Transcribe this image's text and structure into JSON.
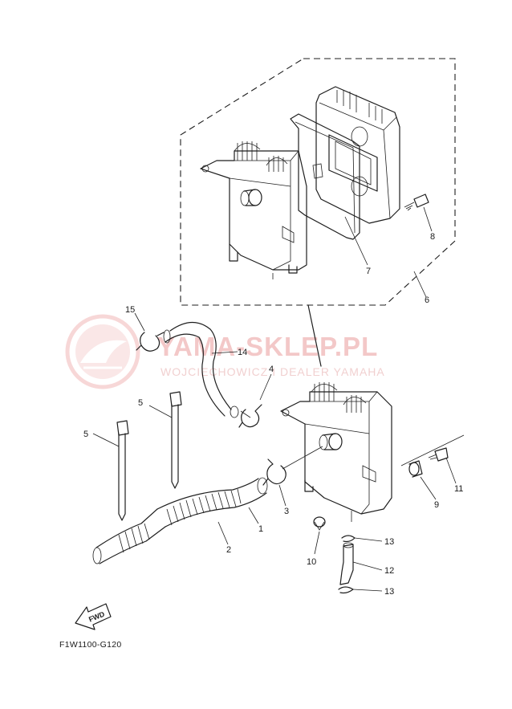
{
  "watermark": {
    "title": "YAMA-SKLEP.PL",
    "subtitle": "WOJCIECHOWICZ I DEALER YAMAHA",
    "color": "#e26a6a"
  },
  "diagram_code": "F1W1100-G120",
  "fwd_label": "FWD",
  "callouts": {
    "c1": "1",
    "c2": "2",
    "c3": "3",
    "c4": "4",
    "c5a": "5",
    "c5b": "5",
    "c6": "6",
    "c7": "7",
    "c8": "8",
    "c9": "9",
    "c10": "10",
    "c11": "11",
    "c12": "12",
    "c13a": "13",
    "c13b": "13",
    "c14": "14",
    "c15": "15"
  }
}
